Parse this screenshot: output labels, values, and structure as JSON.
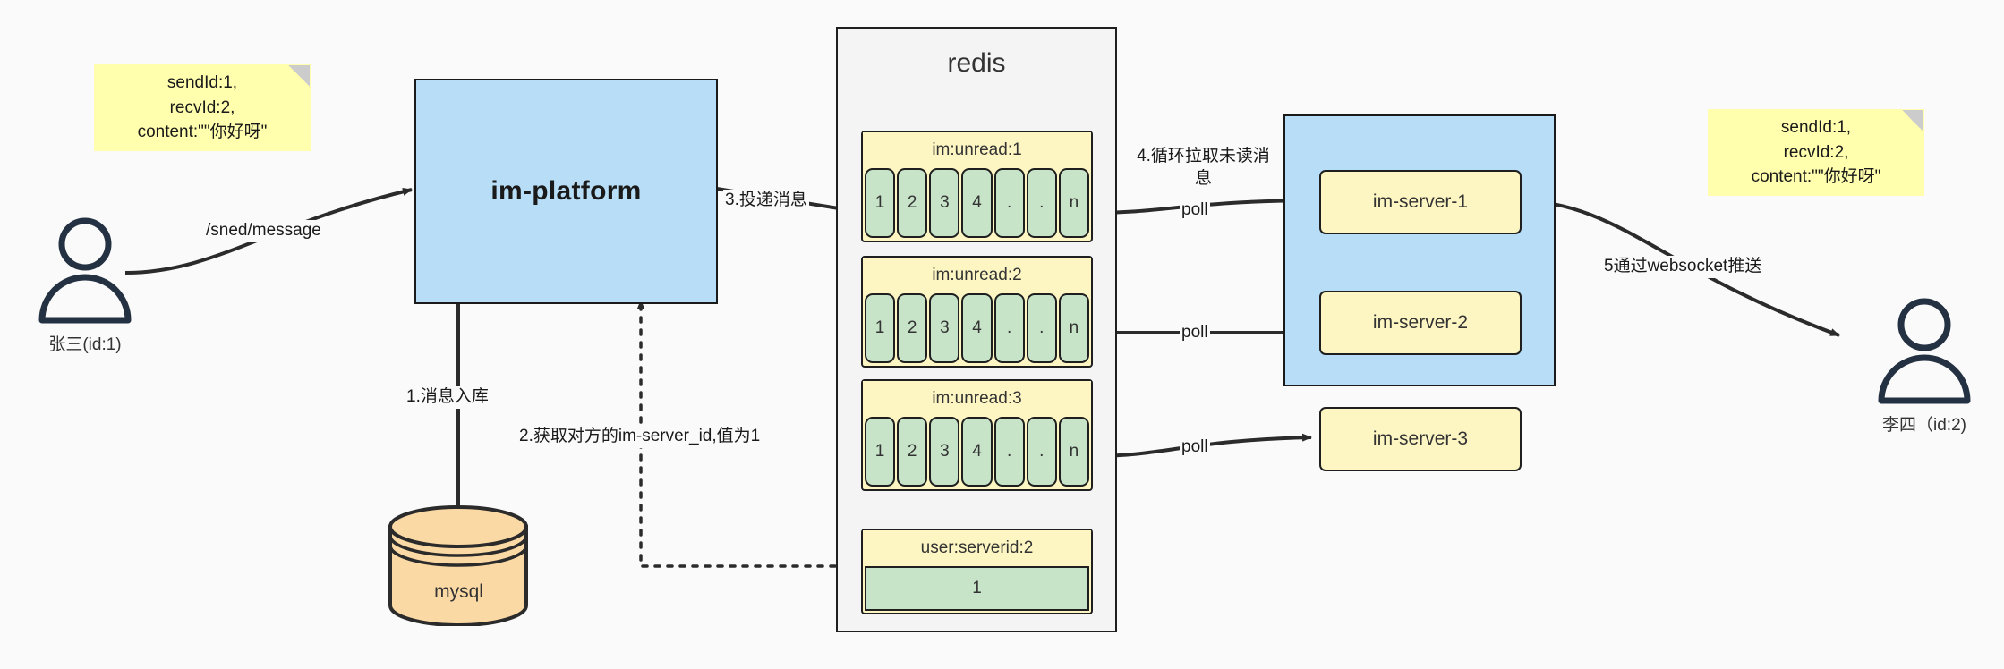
{
  "diagram": {
    "title": "IM message delivery architecture",
    "colors": {
      "note": "#ffffad",
      "blue": "#b7ddf7",
      "yellow": "#fdf6c3",
      "green": "#c7e3c8",
      "orange": "#fbd9a5",
      "stroke": "#1f1f1f",
      "background": "#fafafa"
    }
  },
  "notes": [
    {
      "id": "note-left",
      "text": "sendId:1,\nrecvId:2,\ncontent:\"\"你好呀\""
    },
    {
      "id": "note-right",
      "text": "sendId:1,\nrecvId:2,\ncontent:\"\"你好呀\""
    }
  ],
  "actors": [
    {
      "id": "actor-zhangsan",
      "label": "张三(id:1)"
    },
    {
      "id": "actor-lisi",
      "label": "李四（id:2)"
    }
  ],
  "platform": {
    "label": "im-platform"
  },
  "database": {
    "label": "mysql"
  },
  "redis": {
    "title": "redis",
    "lists": [
      {
        "key": "im:unread:1",
        "cells": [
          "1",
          "2",
          "3",
          "4",
          ".",
          ".",
          "n"
        ]
      },
      {
        "key": "im:unread:2",
        "cells": [
          "1",
          "2",
          "3",
          "4",
          ".",
          ".",
          "n"
        ]
      },
      {
        "key": "im:unread:3",
        "cells": [
          "1",
          "2",
          "3",
          "4",
          ".",
          ".",
          "n"
        ]
      }
    ],
    "kv": {
      "key": "user:serverid:2",
      "value": "1"
    }
  },
  "server_cluster": {
    "servers": [
      {
        "label": "im-server-1"
      },
      {
        "label": "im-server-2"
      },
      {
        "label": "im-server-3"
      }
    ]
  },
  "edges": {
    "send_message": "/sned/message",
    "step1": "1.消息入库",
    "step2": "2.获取对方的im-server_id,值为1",
    "step3": "3.投递消息",
    "step4": "4.循环拉取未读消\n息",
    "poll1": "poll",
    "poll2": "poll",
    "poll3": "poll",
    "step5": "5通过websocket推送"
  }
}
